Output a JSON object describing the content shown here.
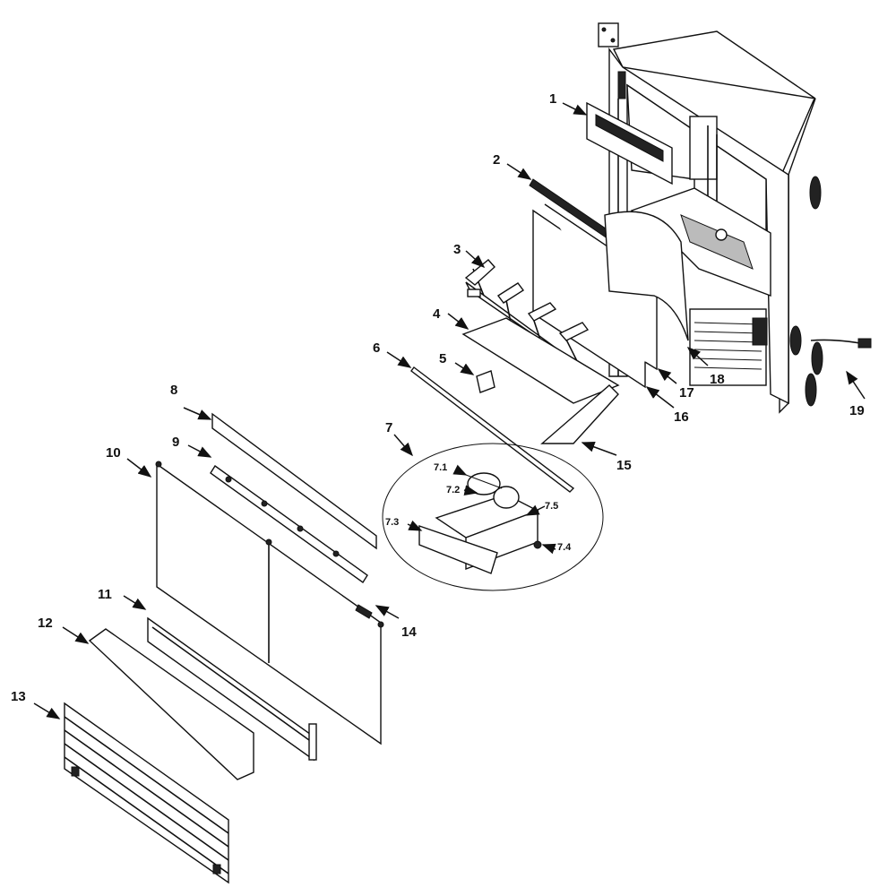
{
  "callouts": {
    "c1": "1",
    "c2": "2",
    "c3": "3",
    "c4": "4",
    "c5": "5",
    "c6": "6",
    "c7": "7",
    "c7_1": "7.1",
    "c7_2": "7.2",
    "c7_3": "7.3",
    "c7_4": "7.4",
    "c7_5": "7.5",
    "c8": "8",
    "c9": "9",
    "c10": "10",
    "c11": "11",
    "c12": "12",
    "c13": "13",
    "c14": "14",
    "c15": "15",
    "c16": "16",
    "c17": "17",
    "c18": "18",
    "c19": "19"
  }
}
